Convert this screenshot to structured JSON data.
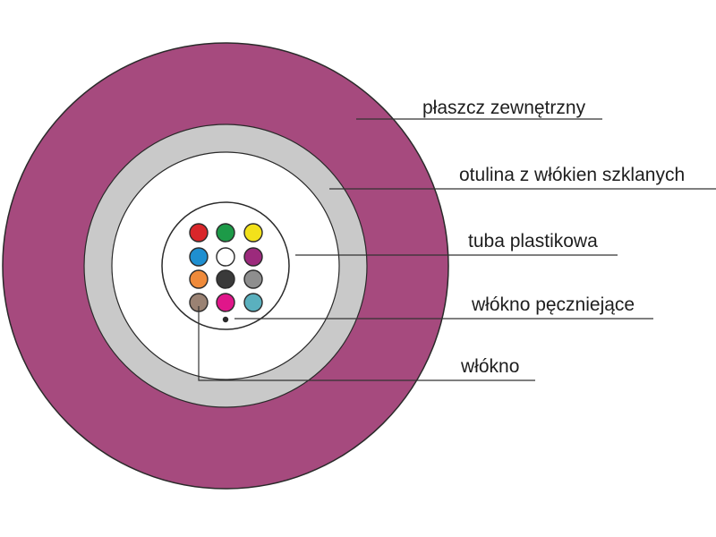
{
  "labels": {
    "outer_jacket": "płaszcz zewnętrzny",
    "glass_fiber_sheath": "otulina z włókien szklanych",
    "plastic_tube": "tuba plastikowa",
    "swelling_fiber": "włókno pęczniejące",
    "fiber": "włókno"
  },
  "colors": {
    "outer_jacket": "#a64a7e",
    "glass_fiber_sheath": "#c9c9c9",
    "tube_fill": "#ffffff",
    "outline": "#2a2a2a",
    "fibers": [
      "#d9262a",
      "#1d9a48",
      "#f2e11b",
      "#1f8fd0",
      "#ffffff",
      "#9c2a7c",
      "#ef8a3a",
      "#3a3a3a",
      "#8e8e8e",
      "#9a8273",
      "#e0168a",
      "#5ab0be"
    ]
  },
  "icons": {
    "swelling_fiber_dot": "filled-circle"
  }
}
